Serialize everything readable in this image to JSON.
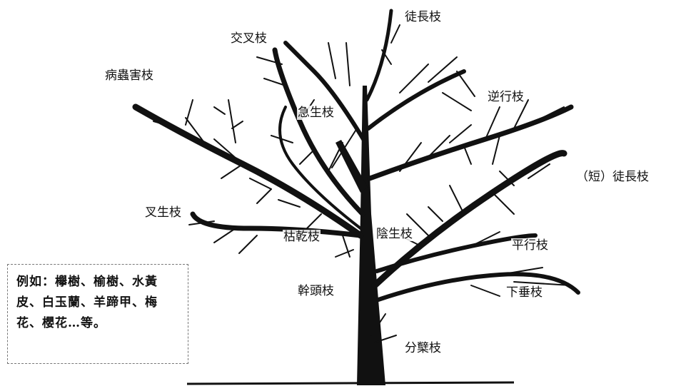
{
  "labels": {
    "tu_zhang_zhi": "徒長枝",
    "jiao_cha_zhi": "交叉枝",
    "bing_chong_hai_zhi": "病蟲害枝",
    "ni_xing_zhi": "逆行枝",
    "ji_sheng_zhi": "急生枝",
    "duan_tu_zhang_zhi": "（短）徒長枝",
    "cha_sheng_zhi": "叉生枝",
    "ku_gan_zhi": "枯乾枝",
    "yin_sheng_zhi": "陰生枝",
    "ping_xing_zhi": "平行枝",
    "gan_tou_zhi": "幹頭枝",
    "xia_chui_zhi": "下垂枝",
    "fen_nie_zhi": "分櫱枝"
  },
  "note": {
    "text": "例如：欅樹、榆樹、水黃皮、白玉蘭、羊蹄甲、梅花、櫻花…等。"
  },
  "colors": {
    "ink": "#111111",
    "background": "#ffffff",
    "box_border": "#777777"
  }
}
